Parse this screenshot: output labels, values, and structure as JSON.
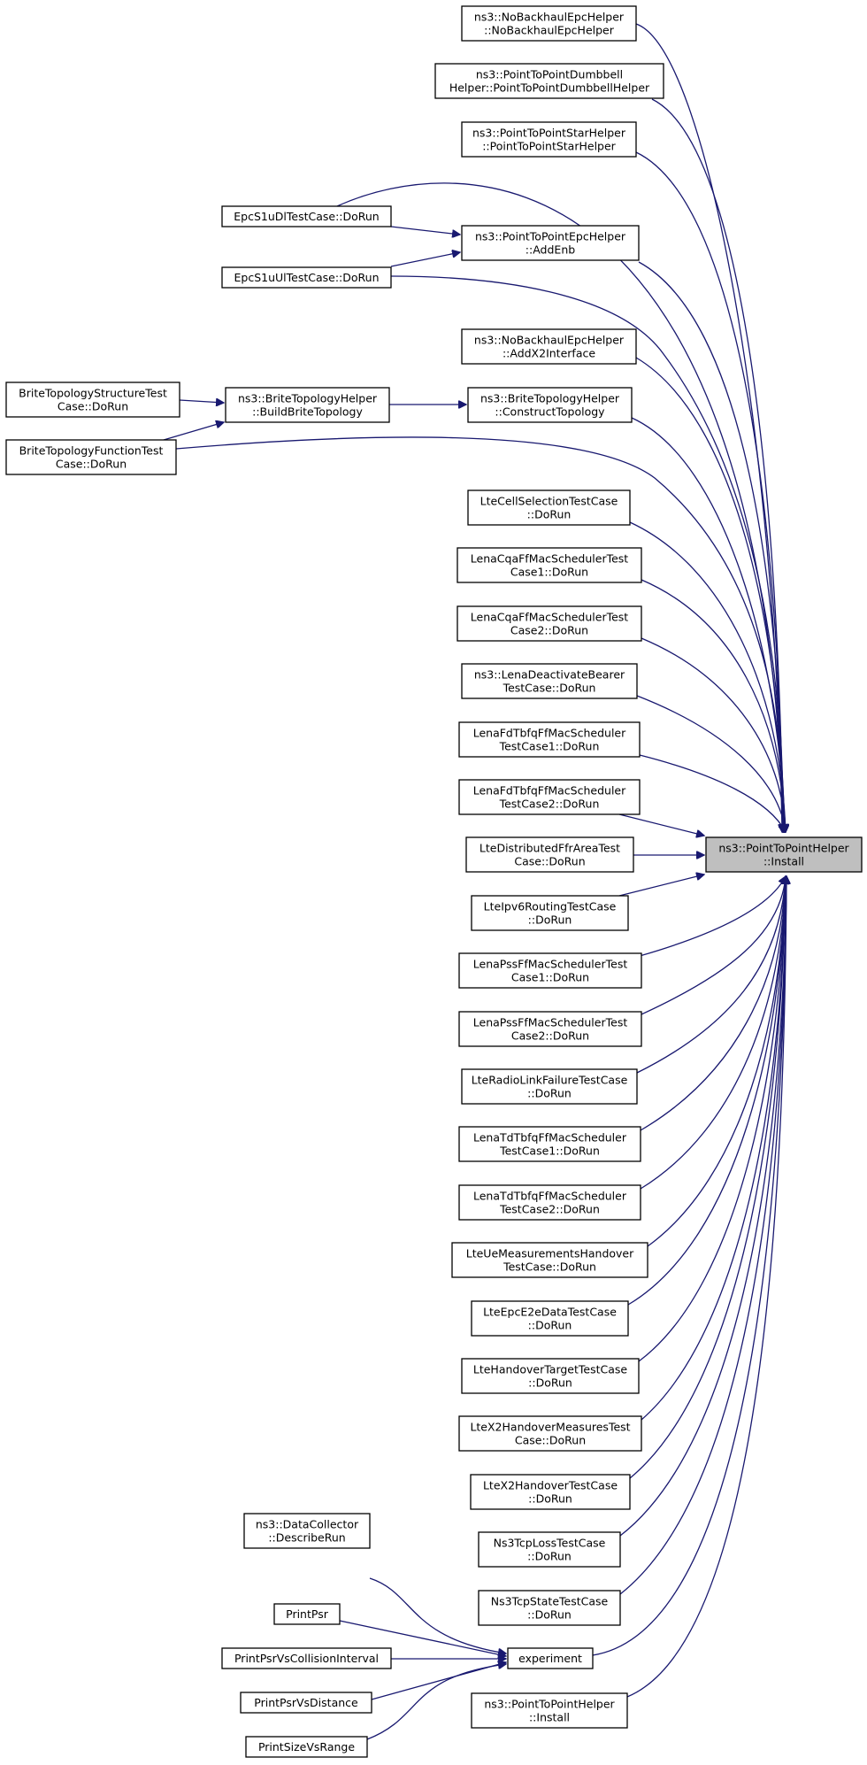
{
  "nodes": {
    "noback_ctor": [
      "ns3::NoBackhaulEpcHelper",
      "::NoBackhaulEpcHelper"
    ],
    "dumbbell": [
      "ns3::PointToPointDumbbell",
      "Helper::PointToPointDumbbellHelper"
    ],
    "star": [
      "ns3::PointToPointStarHelper",
      "::PointToPointStarHelper"
    ],
    "epc_dl": [
      "EpcS1uDlTestCase::DoRun"
    ],
    "epc_ul": [
      "EpcS1uUlTestCase::DoRun"
    ],
    "addenb": [
      "ns3::PointToPointEpcHelper",
      "::AddEnb"
    ],
    "addx2": [
      "ns3::NoBackhaulEpcHelper",
      "::AddX2Interface"
    ],
    "brite_struct": [
      "BriteTopologyStructureTest",
      "Case::DoRun"
    ],
    "brite_build": [
      "ns3::BriteTopologyHelper",
      "::BuildBriteTopology"
    ],
    "brite_func": [
      "BriteTopologyFunctionTest",
      "Case::DoRun"
    ],
    "brite_construct": [
      "ns3::BriteTopologyHelper",
      "::ConstructTopology"
    ],
    "cellsel": [
      "LteCellSelectionTestCase",
      "::DoRun"
    ],
    "cqa1": [
      "LenaCqaFfMacSchedulerTest",
      "Case1::DoRun"
    ],
    "cqa2": [
      "LenaCqaFfMacSchedulerTest",
      "Case2::DoRun"
    ],
    "deact": [
      "ns3::LenaDeactivateBearer",
      "TestCase::DoRun"
    ],
    "fdtbfq1": [
      "LenaFdTbfqFfMacScheduler",
      "TestCase1::DoRun"
    ],
    "fdtbfq2": [
      "LenaFdTbfqFfMacScheduler",
      "TestCase2::DoRun"
    ],
    "distffr": [
      "LteDistributedFfrAreaTest",
      "Case::DoRun"
    ],
    "ipv6": [
      "LteIpv6RoutingTestCase",
      "::DoRun"
    ],
    "pss1": [
      "LenaPssFfMacSchedulerTest",
      "Case1::DoRun"
    ],
    "pss2": [
      "LenaPssFfMacSchedulerTest",
      "Case2::DoRun"
    ],
    "rlf": [
      "LteRadioLinkFailureTestCase",
      "::DoRun"
    ],
    "tdtbfq1": [
      "LenaTdTbfqFfMacScheduler",
      "TestCase1::DoRun"
    ],
    "tdtbfq2": [
      "LenaTdTbfqFfMacScheduler",
      "TestCase2::DoRun"
    ],
    "uemeas": [
      "LteUeMeasurementsHandover",
      "TestCase::DoRun"
    ],
    "epce2e": [
      "LteEpcE2eDataTestCase",
      "::DoRun"
    ],
    "hotarget": [
      "LteHandoverTargetTestCase",
      "::DoRun"
    ],
    "x2meas": [
      "LteX2HandoverMeasuresTest",
      "Case::DoRun"
    ],
    "x2ho": [
      "LteX2HandoverTestCase",
      "::DoRun"
    ],
    "tcploss": [
      "Ns3TcpLossTestCase",
      "::DoRun"
    ],
    "tcpstate": [
      "Ns3TcpStateTestCase",
      "::DoRun"
    ],
    "datacoll": [
      "ns3::DataCollector",
      "::DescribeRun"
    ],
    "printpsr": [
      "PrintPsr"
    ],
    "printpsrcoll": [
      "PrintPsrVsCollisionInterval"
    ],
    "printpsrdist": [
      "PrintPsrVsDistance"
    ],
    "printsize": [
      "PrintSizeVsRange"
    ],
    "experiment": [
      "experiment"
    ],
    "p2p_install2": [
      "ns3::PointToPointHelper",
      "::Install"
    ],
    "target": [
      "ns3::PointToPointHelper",
      "::Install"
    ]
  },
  "colors": {
    "edge": "#191970",
    "focus_fill": "#bfbfbf",
    "node_border": "#000000"
  }
}
